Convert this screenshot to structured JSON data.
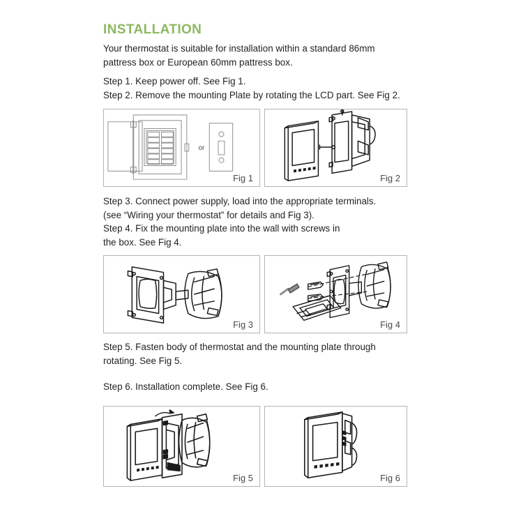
{
  "document": {
    "heading": "INSTALLATION",
    "heading_color": "#8cb861",
    "background_color": "#ffffff",
    "text_color": "#231f20",
    "figure_border_color": "#b4b4b4"
  },
  "intro": {
    "line1": "Your thermostat is suitable for installation within a standard 86mm",
    "line2": "pattress box or European 60mm pattress box."
  },
  "steps_top": {
    "line1": "Step 1. Keep power off. See Fig 1.",
    "line2": "Step 2. Remove the mounting Plate by rotating the LCD part. See Fig 2."
  },
  "steps_mid": {
    "line1": "Step 3. Connect power supply, load into the appropriate terminals.",
    "line2": "(see “Wiring your thermostat” for details and Fig 3).",
    "line3": "Step 4. Fix the mounting plate into the wall with screws in",
    "line4": "the box. See Fig 4."
  },
  "steps_low": {
    "line1": "Step 5. Fasten body of thermostat and the mounting plate through",
    "line2": "rotating. See Fig 5."
  },
  "steps_final": {
    "line1": "Step 6. Installation complete. See Fig 6."
  },
  "figures": [
    {
      "id": "fig1",
      "label": "Fig 1",
      "caption_of": "Breaker panel with breakers, or single toggle switch wall plate",
      "connector_text": "or"
    },
    {
      "id": "fig2",
      "label": "Fig 2",
      "caption_of": "LCD thermostat body separated from mounting plate"
    },
    {
      "id": "fig3",
      "label": "Fig 3",
      "caption_of": "Mounting plate aligned with round pattress wall box"
    },
    {
      "id": "fig4",
      "label": "Fig 4",
      "caption_of": "Screwdriver and screws fixing mounting plate into wall box"
    },
    {
      "id": "fig5",
      "label": "Fig 5",
      "caption_of": "Thermostat body being rotated onto the mounting plate"
    },
    {
      "id": "fig6",
      "label": "Fig 6",
      "caption_of": "Completed installation of thermostat"
    }
  ]
}
